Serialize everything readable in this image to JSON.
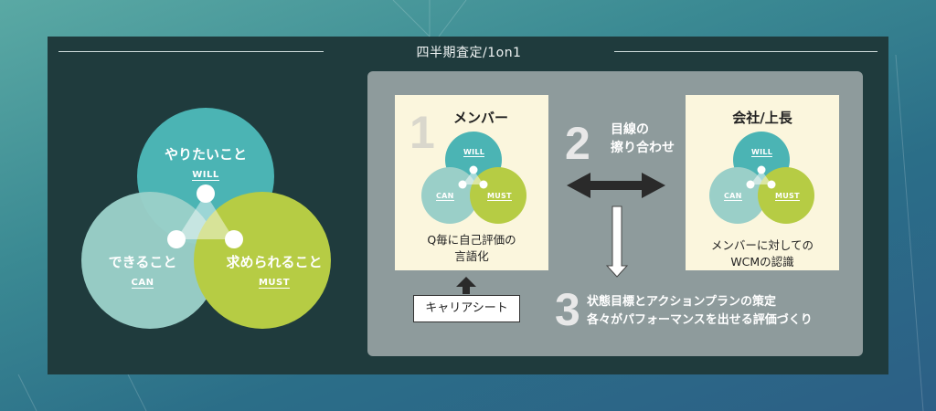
{
  "title": "四半期査定/1on1",
  "venn": {
    "will": {
      "jp": "やりたいこと",
      "en": "WILL"
    },
    "can": {
      "jp": "できること",
      "en": "CAN"
    },
    "must": {
      "jp": "求められること",
      "en": "MUST"
    }
  },
  "member_card": {
    "step": "1",
    "title": "メンバー",
    "mini": {
      "will": "WILL",
      "can": "CAN",
      "must": "MUST"
    },
    "text_line1": "Q毎に自己評価の",
    "text_line2": "言語化"
  },
  "company_card": {
    "title": "会社/上長",
    "mini": {
      "will": "WILL",
      "can": "CAN",
      "must": "MUST"
    },
    "text_line1": "メンバーに対しての",
    "text_line2": "WCMの認識"
  },
  "alignment": {
    "step": "2",
    "line1": "目線の",
    "line2": "擦り合わせ"
  },
  "career_sheet": "キャリアシート",
  "plan": {
    "step": "3",
    "line1": "状態目標とアクションプランの策定",
    "line2": "各々がパフォーマンスを出せる評価づくり"
  },
  "colors": {
    "will": "#4bb4b4",
    "can": "#9acfc8",
    "must": "#b6cc44",
    "panel": "#1f3b3d",
    "process_box": "#8e9b9c",
    "card": "#fbf6dd"
  }
}
